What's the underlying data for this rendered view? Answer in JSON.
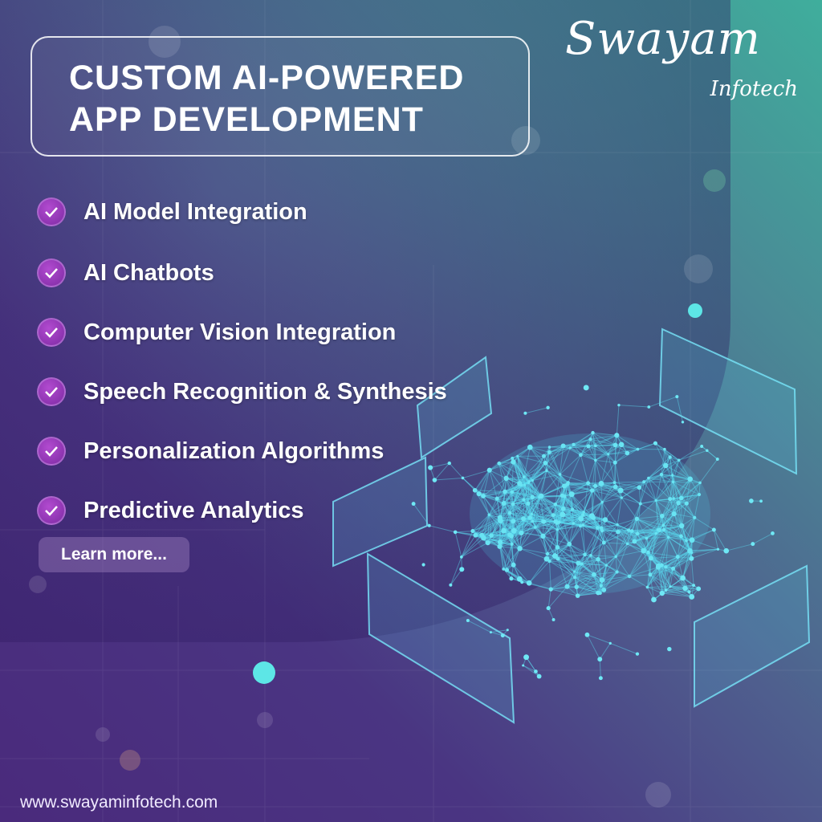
{
  "title_lines": [
    "CUSTOM AI-POWERED",
    "APP DEVELOPMENT"
  ],
  "logo": {
    "name": "Swayam",
    "sub": "Infotech"
  },
  "features": [
    "AI Model Integration",
    "AI Chatbots",
    "Computer Vision Integration",
    "Speech Recognition & Synthesis",
    "Personalization Algorithms",
    "Predictive Analytics"
  ],
  "cta_label": "Learn more...",
  "website": "www.swayaminfotech.com",
  "colors": {
    "check": "#9b3cc0",
    "accent": "#4fe3e8",
    "brain": "#5ad8f0"
  }
}
